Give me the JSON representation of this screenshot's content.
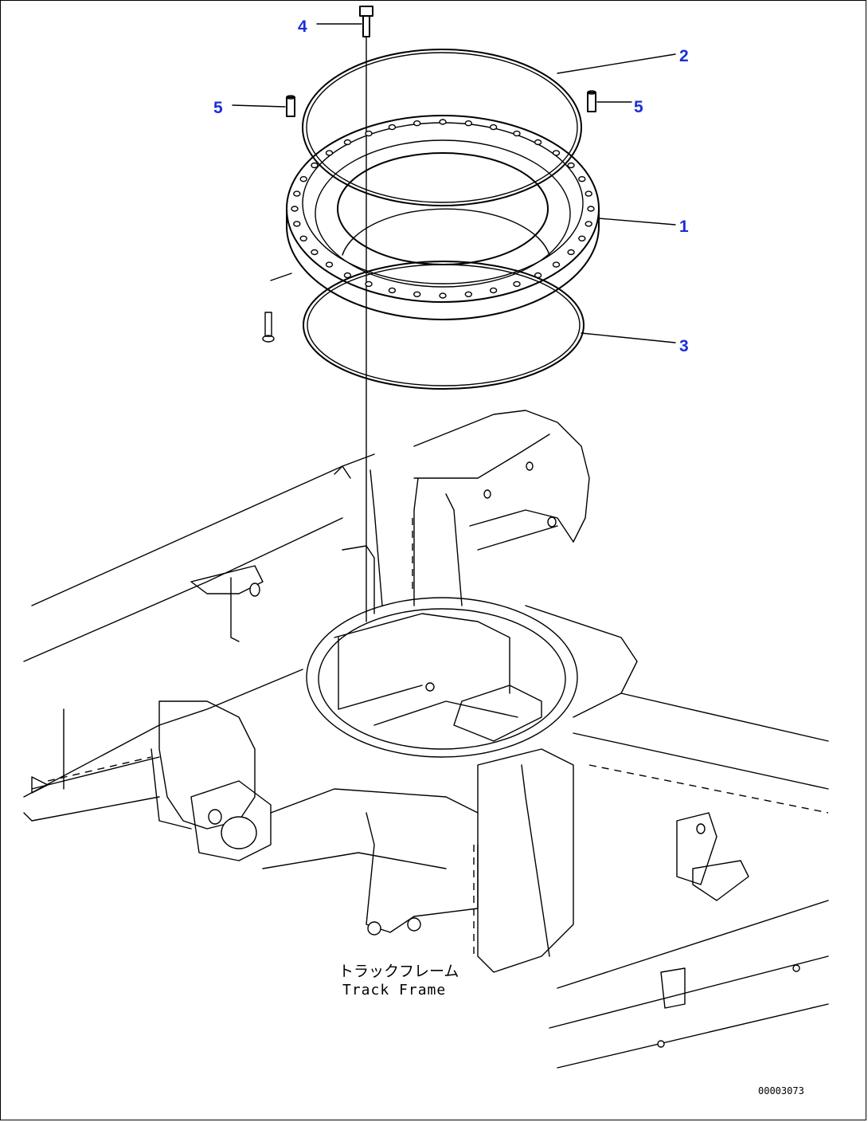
{
  "diagram": {
    "callouts": [
      {
        "id": "1",
        "text": "1"
      },
      {
        "id": "2",
        "text": "2"
      },
      {
        "id": "3",
        "text": "3"
      },
      {
        "id": "4",
        "text": "4"
      },
      {
        "id": "5a",
        "text": "5"
      },
      {
        "id": "5b",
        "text": "5"
      }
    ],
    "frame_label_jp": "トラックフレーム",
    "frame_label_en": "Track Frame",
    "drawing_code": "00003073",
    "callout_color": "#1a2fd6"
  }
}
